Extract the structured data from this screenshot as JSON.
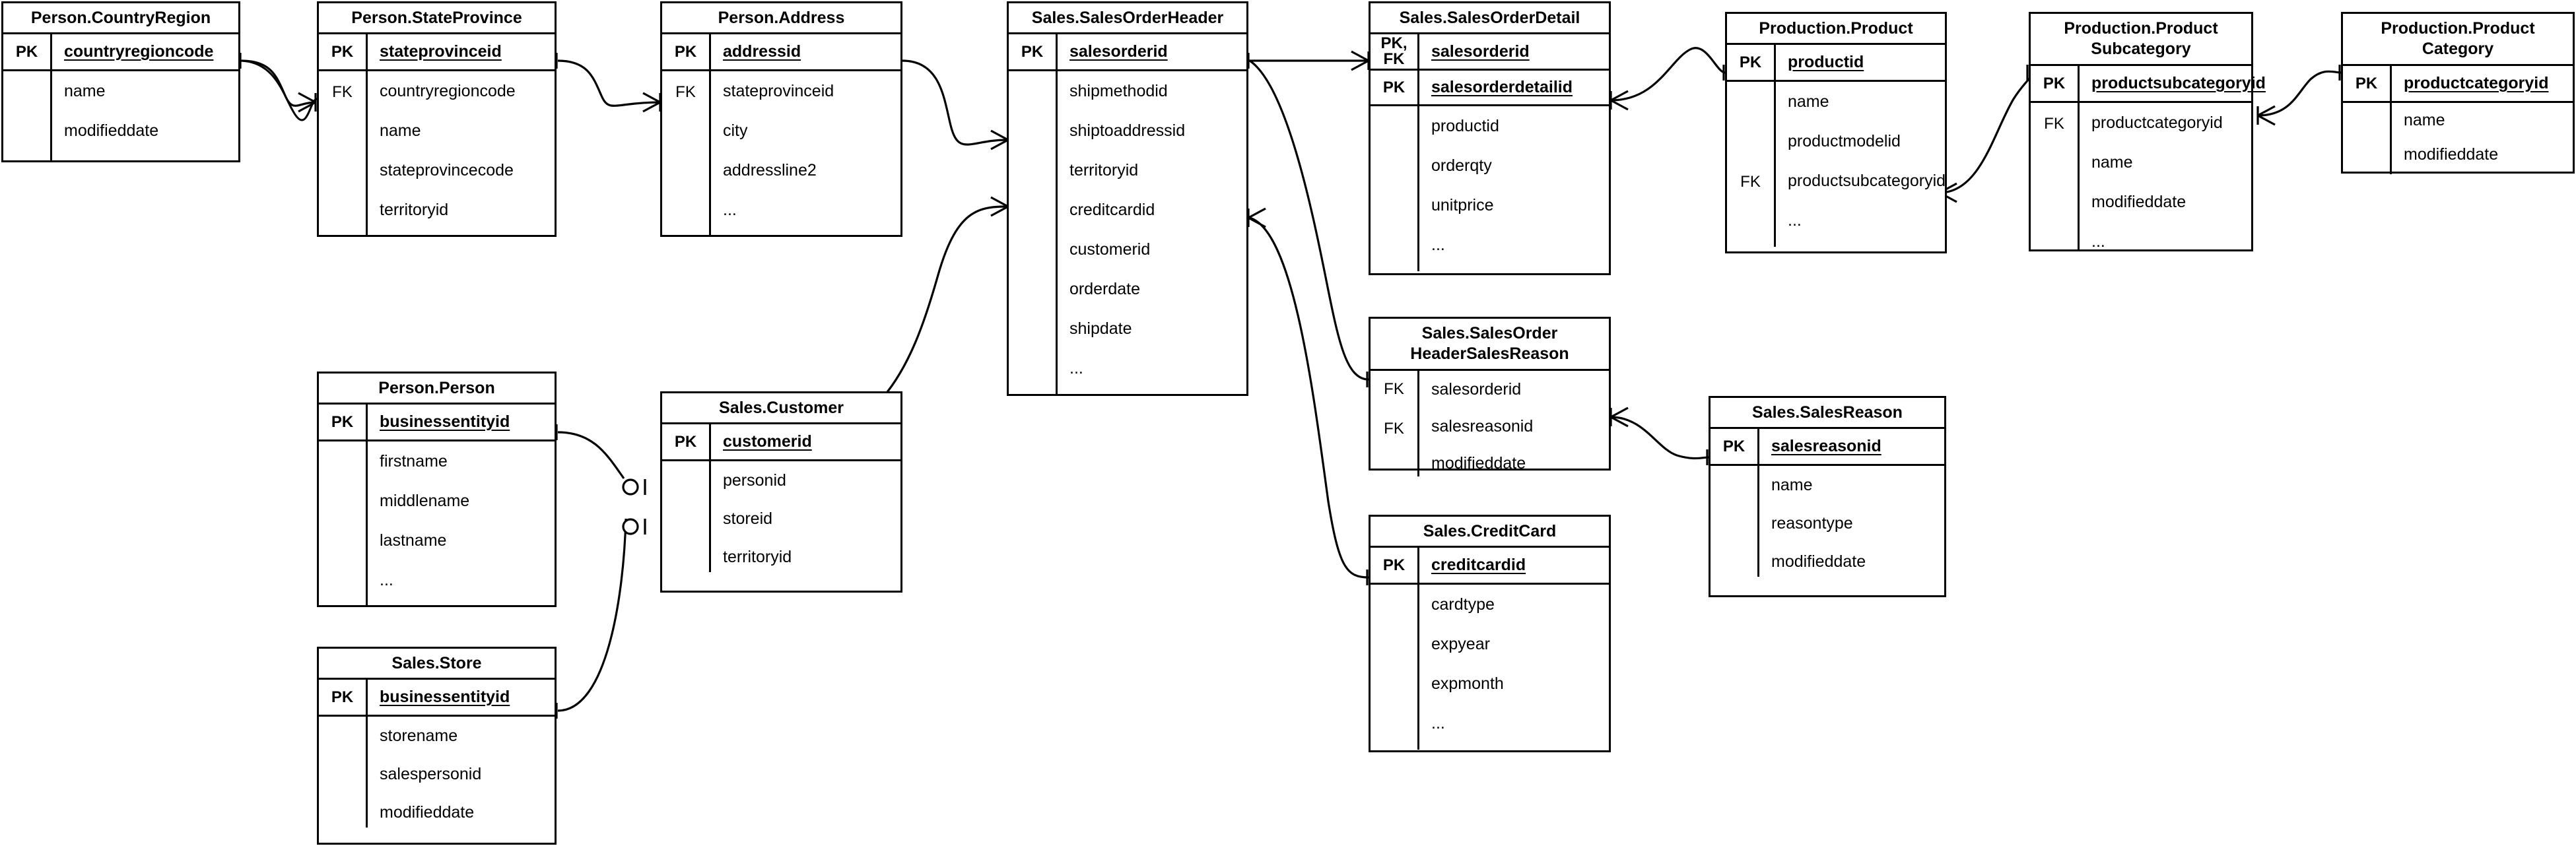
{
  "diagram": {
    "type": "entity-relationship-diagram",
    "notation": "crow's foot",
    "background": "#ffffff",
    "line_color": "#000000"
  },
  "entities": [
    {
      "id": "person-countryregion",
      "title": "Person.CountryRegion",
      "keys": [
        {
          "tag": "PK",
          "name": "countryregioncode"
        }
      ],
      "fields": [
        {
          "tag": "",
          "name": "name"
        },
        {
          "tag": "",
          "name": "modifieddate"
        }
      ]
    },
    {
      "id": "person-stateprovince",
      "title": "Person.StateProvince",
      "keys": [
        {
          "tag": "PK",
          "name": "stateprovinceid"
        }
      ],
      "fields": [
        {
          "tag": "FK",
          "name": "countryregioncode"
        },
        {
          "tag": "",
          "name": "name"
        },
        {
          "tag": "",
          "name": "stateprovincecode"
        },
        {
          "tag": "",
          "name": "territoryid"
        }
      ]
    },
    {
      "id": "person-address",
      "title": "Person.Address",
      "keys": [
        {
          "tag": "PK",
          "name": "addressid"
        }
      ],
      "fields": [
        {
          "tag": "FK",
          "name": "stateprovinceid"
        },
        {
          "tag": "",
          "name": "city"
        },
        {
          "tag": "",
          "name": "addressline2"
        },
        {
          "tag": "",
          "name": "..."
        }
      ]
    },
    {
      "id": "sales-salesorderheader",
      "title": "Sales.SalesOrderHeader",
      "keys": [
        {
          "tag": "PK",
          "name": "salesorderid"
        }
      ],
      "fields": [
        {
          "tag": "",
          "name": "shipmethodid"
        },
        {
          "tag": "",
          "name": "shiptoaddressid"
        },
        {
          "tag": "",
          "name": "territoryid"
        },
        {
          "tag": "",
          "name": "creditcardid"
        },
        {
          "tag": "",
          "name": "customerid"
        },
        {
          "tag": "",
          "name": "orderdate"
        },
        {
          "tag": "",
          "name": "shipdate"
        },
        {
          "tag": "",
          "name": "..."
        }
      ]
    },
    {
      "id": "sales-salesorderdetail",
      "title": "Sales.SalesOrderDetail",
      "keys": [
        {
          "tag": "PK,\nFK",
          "name": "salesorderid"
        },
        {
          "tag": "PK",
          "name": "salesorderdetailid"
        }
      ],
      "fields": [
        {
          "tag": "",
          "name": "productid"
        },
        {
          "tag": "",
          "name": "orderqty"
        },
        {
          "tag": "",
          "name": "unitprice"
        },
        {
          "tag": "",
          "name": "..."
        }
      ]
    },
    {
      "id": "production-product",
      "title": "Production.Product",
      "keys": [
        {
          "tag": "PK",
          "name": "productid"
        }
      ],
      "fields": [
        {
          "tag": "",
          "name": "name"
        },
        {
          "tag": "",
          "name": "productmodelid"
        },
        {
          "tag": "FK",
          "name": "productsubcategoryid"
        },
        {
          "tag": "",
          "name": "..."
        }
      ]
    },
    {
      "id": "production-productsubcategory",
      "title": "Production.Product\nSubcategory",
      "keys": [
        {
          "tag": "PK",
          "name": "productsubcategoryid"
        }
      ],
      "fields": [
        {
          "tag": "FK",
          "name": "productcategoryid"
        },
        {
          "tag": "",
          "name": "name"
        },
        {
          "tag": "",
          "name": "modifieddate"
        },
        {
          "tag": "",
          "name": "..."
        }
      ]
    },
    {
      "id": "production-productcategory",
      "title": "Production.Product\nCategory",
      "keys": [
        {
          "tag": "PK",
          "name": "productcategoryid"
        }
      ],
      "fields": [
        {
          "tag": "",
          "name": "name"
        },
        {
          "tag": "",
          "name": "modifieddate"
        }
      ]
    },
    {
      "id": "sales-salesorderheadersalesreason",
      "title": "Sales.SalesOrder\nHeaderSalesReason",
      "keys": [],
      "fields": [
        {
          "tag": "FK",
          "name": "salesorderid"
        },
        {
          "tag": "FK",
          "name": "salesreasonid"
        },
        {
          "tag": "",
          "name": "modifieddate"
        }
      ]
    },
    {
      "id": "sales-salesreason",
      "title": "Sales.SalesReason",
      "keys": [
        {
          "tag": "PK",
          "name": "salesreasonid"
        }
      ],
      "fields": [
        {
          "tag": "",
          "name": "name"
        },
        {
          "tag": "",
          "name": "reasontype"
        },
        {
          "tag": "",
          "name": "modifieddate"
        }
      ]
    },
    {
      "id": "sales-creditcard",
      "title": "Sales.CreditCard",
      "keys": [
        {
          "tag": "PK",
          "name": "creditcardid"
        }
      ],
      "fields": [
        {
          "tag": "",
          "name": "cardtype"
        },
        {
          "tag": "",
          "name": "expyear"
        },
        {
          "tag": "",
          "name": "expmonth"
        },
        {
          "tag": "",
          "name": "..."
        }
      ]
    },
    {
      "id": "person-person",
      "title": "Person.Person",
      "keys": [
        {
          "tag": "PK",
          "name": "businessentityid"
        }
      ],
      "fields": [
        {
          "tag": "",
          "name": "firstname"
        },
        {
          "tag": "",
          "name": "middlename"
        },
        {
          "tag": "",
          "name": "lastname"
        },
        {
          "tag": "",
          "name": "..."
        }
      ]
    },
    {
      "id": "sales-customer",
      "title": "Sales.Customer",
      "keys": [
        {
          "tag": "PK",
          "name": "customerid"
        }
      ],
      "fields": [
        {
          "tag": "",
          "name": "personid"
        },
        {
          "tag": "",
          "name": "storeid"
        },
        {
          "tag": "",
          "name": "territoryid"
        }
      ]
    },
    {
      "id": "sales-store",
      "title": "Sales.Store",
      "keys": [
        {
          "tag": "PK",
          "name": "businessentityid"
        }
      ],
      "fields": [
        {
          "tag": "",
          "name": "storename"
        },
        {
          "tag": "",
          "name": "salespersonid"
        },
        {
          "tag": "",
          "name": "modifieddate"
        }
      ]
    }
  ],
  "relationships": [
    {
      "from": "person-countryregion",
      "to": "person-stateprovince",
      "from_symbol": "one",
      "to_symbol": "many"
    },
    {
      "from": "person-stateprovince",
      "to": "person-address",
      "from_symbol": "one",
      "to_symbol": "many"
    },
    {
      "from": "person-address",
      "to": "sales-salesorderheader",
      "from_symbol": "one",
      "to_symbol": "many"
    },
    {
      "from": "sales-customer",
      "to": "sales-salesorderheader",
      "from_symbol": "one",
      "to_symbol": "many"
    },
    {
      "from": "sales-salesorderheader",
      "to": "sales-salesorderdetail",
      "from_symbol": "one",
      "to_symbol": "many"
    },
    {
      "from": "sales-salesorderheader",
      "to": "sales-salesorderheadersalesreason",
      "from_symbol": "many",
      "to_symbol": "one"
    },
    {
      "from": "sales-salesorderheader",
      "to": "sales-creditcard",
      "from_symbol": "many",
      "to_symbol": "one"
    },
    {
      "from": "sales-salesorderdetail",
      "to": "production-product",
      "from_symbol": "many",
      "to_symbol": "one"
    },
    {
      "from": "production-product",
      "to": "production-productsubcategory",
      "from_symbol": "many",
      "to_symbol": "one"
    },
    {
      "from": "production-productsubcategory",
      "to": "production-productcategory",
      "from_symbol": "many",
      "to_symbol": "one"
    },
    {
      "from": "sales-salesorderheadersalesreason",
      "to": "sales-salesreason",
      "from_symbol": "many",
      "to_symbol": "one"
    },
    {
      "from": "person-person",
      "to": "sales-customer",
      "from_symbol": "one",
      "to_symbol": "zero-or-one"
    },
    {
      "from": "sales-store",
      "to": "sales-customer",
      "from_symbol": "one",
      "to_symbol": "zero-or-one"
    }
  ]
}
